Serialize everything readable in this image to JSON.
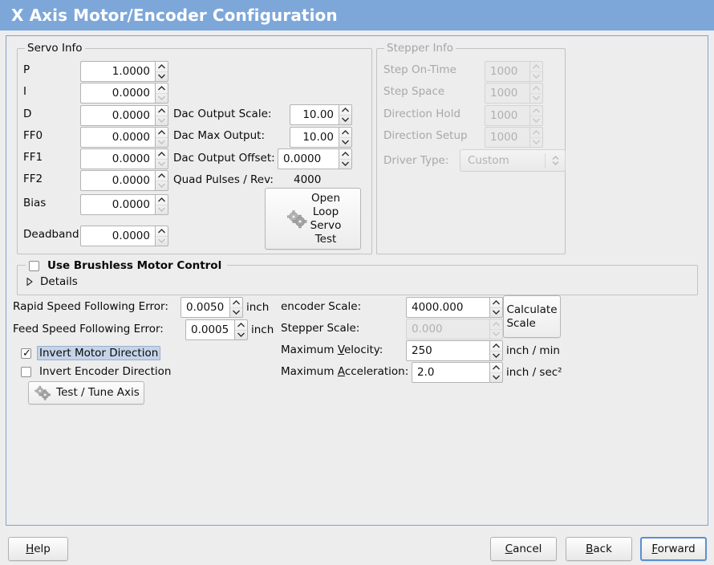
{
  "window": {
    "title": "X Axis Motor/Encoder Configuration"
  },
  "servo_info": {
    "legend": "Servo Info",
    "rows": [
      {
        "label": "P",
        "value": "1.0000"
      },
      {
        "label": "I",
        "value": "0.0000"
      },
      {
        "label": "D",
        "value": "0.0000"
      },
      {
        "label": "FF0",
        "value": "0.0000"
      },
      {
        "label": "FF1",
        "value": "0.0000"
      },
      {
        "label": "FF2",
        "value": "0.0000"
      },
      {
        "label": "Bias",
        "value": "0.0000"
      },
      {
        "label": "Deadband",
        "value": "0.0000"
      }
    ],
    "dac": [
      {
        "label": "Dac Output Scale:",
        "value": "10.00"
      },
      {
        "label": "Dac Max Output:",
        "value": "10.00"
      },
      {
        "label": "Dac Output Offset:",
        "value": "0.0000"
      }
    ],
    "quad_pulses_label": "Quad Pulses / Rev:",
    "quad_pulses_value": "4000",
    "open_loop_button": {
      "line1": "Open",
      "line2": "Loop",
      "line3": "Servo",
      "line4": "Test",
      "icon": "gears-icon"
    }
  },
  "stepper_info": {
    "legend": "Stepper Info",
    "rows": [
      {
        "label": "Step On-Time",
        "value": "1000"
      },
      {
        "label": "Step Space",
        "value": "1000"
      },
      {
        "label": "Direction Hold",
        "value": "1000"
      },
      {
        "label": "Direction Setup",
        "value": "1000"
      }
    ],
    "driver_type_label": "Driver Type:",
    "driver_type_value": "Custom"
  },
  "brushless": {
    "checkbox_label": "Use Brushless Motor Control",
    "checked": false,
    "details_label": "Details",
    "details_expanded": false
  },
  "following_error": {
    "rapid_label": "Rapid Speed Following Error:",
    "rapid_value": "0.0050",
    "rapid_unit": "inch",
    "feed_label": "Feed Speed Following Error:",
    "feed_value": "0.0005",
    "feed_unit": "inch"
  },
  "invert": {
    "motor_label": "Invert Motor Direction",
    "motor_checked": true,
    "encoder_label": "Invert Encoder Direction",
    "encoder_checked": false
  },
  "test_tune_button": {
    "label": "Test / Tune Axis",
    "icon": "gears-icon"
  },
  "scales": {
    "encoder_label": "encoder Scale:",
    "encoder_value": "4000.000",
    "stepper_label": "Stepper Scale:",
    "stepper_value": "0.000",
    "velocity_label_pre": "Maximum ",
    "velocity_label_mn": "V",
    "velocity_label_post": "elocity:",
    "velocity_value": "250",
    "velocity_unit": "inch / min",
    "accel_label_pre": "Maximum ",
    "accel_label_mn": "A",
    "accel_label_post": "cceleration:",
    "accel_value": "2.0",
    "accel_unit": "inch / sec²",
    "calculate_button_line1": "Calculate",
    "calculate_button_line2": "Scale"
  },
  "buttonbar": {
    "help_mn": "H",
    "help_rest": "elp",
    "cancel_mn": "C",
    "cancel_rest": "ancel",
    "back_mn": "B",
    "back_rest": "ack",
    "forward_mn": "F",
    "forward_rest": "orward"
  },
  "colors": {
    "titlebar": "#7da7d9",
    "window_bg": "#ededed",
    "frame_border": "#7fa5cf",
    "focus_highlight": "#c5d4e8"
  }
}
